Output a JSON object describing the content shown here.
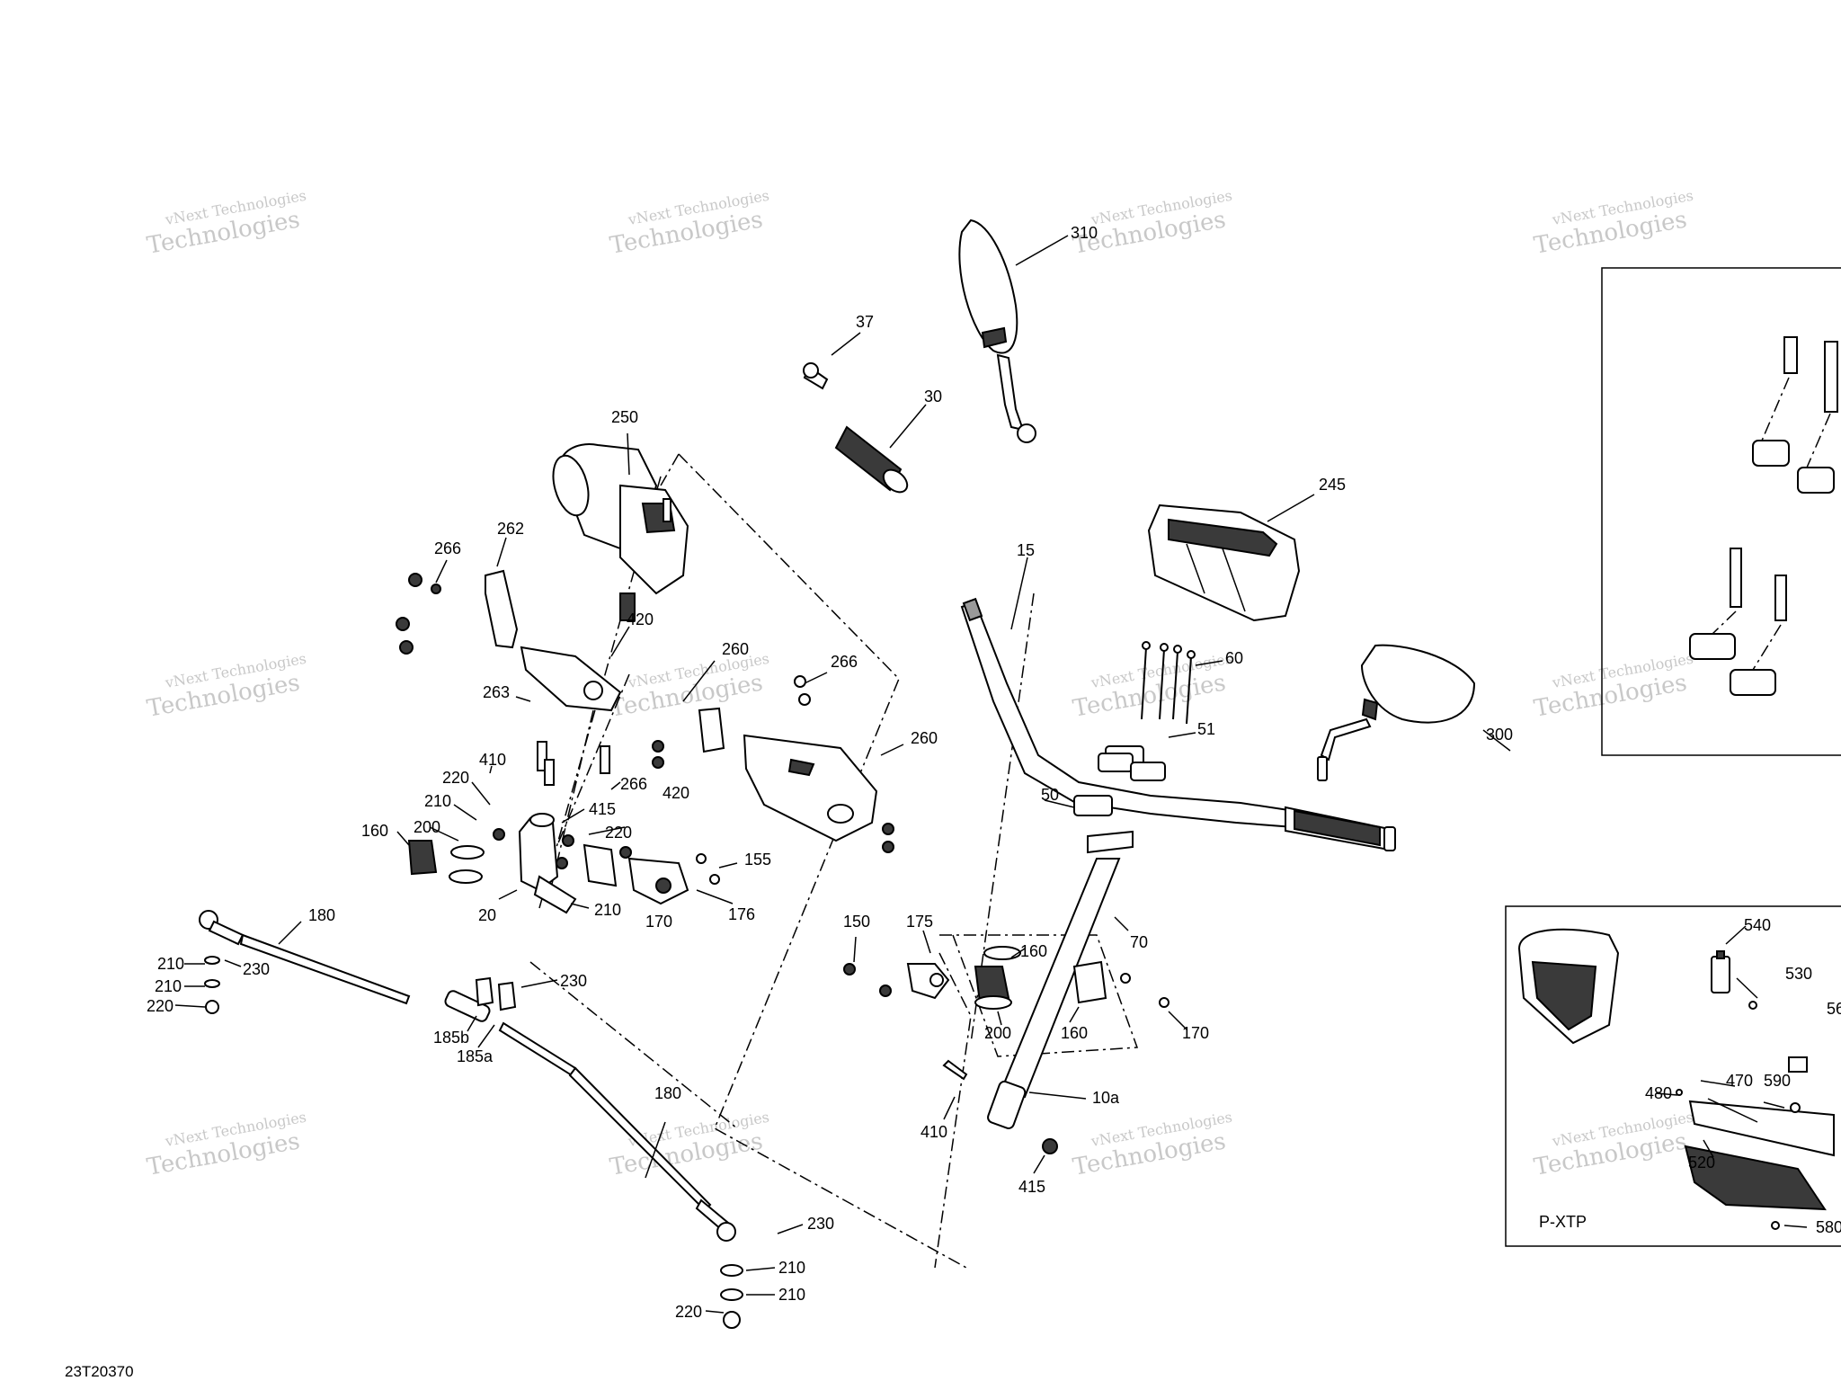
{
  "drawing_number": "23T20370",
  "watermark_text": "vNext Technologies",
  "watermark_text_large": "Technologies",
  "inset_label": "P-XTP",
  "callouts": {
    "c310": "310",
    "c37": "37",
    "c30": "30",
    "c250": "250",
    "c245": "245",
    "c266a": "266",
    "c262": "262",
    "c15": "15",
    "c420a": "420",
    "c260a": "260",
    "c266b": "266",
    "c60": "60",
    "c263": "263",
    "c51": "51",
    "c300": "300",
    "c410a": "410",
    "c266c": "266",
    "c420b": "420",
    "c260b": "260",
    "c220a": "220",
    "c210a": "210",
    "c415a": "415",
    "c50": "50",
    "c200a": "200",
    "c220b": "220",
    "c160a": "160",
    "c155": "155",
    "c20": "20",
    "c210b": "210",
    "c176": "176",
    "c170a": "170",
    "c180a": "180",
    "c150": "150",
    "c175": "175",
    "c70": "70",
    "c210c": "210",
    "c230a": "230",
    "c160b": "160",
    "c210d": "210",
    "c230b": "230",
    "c220c": "220",
    "c200b": "200",
    "c160c": "160",
    "c170b": "170",
    "c185b": "185b",
    "c185a": "185a",
    "c180b": "180",
    "c10a": "10a",
    "c410b": "410",
    "c415b": "415",
    "c230c": "230",
    "c210e": "210",
    "c210f": "210",
    "c220d": "220",
    "c540": "540",
    "c530": "530",
    "c56": "56",
    "c470": "470",
    "c590": "590",
    "c480": "480",
    "c520": "520",
    "c580": "580"
  }
}
